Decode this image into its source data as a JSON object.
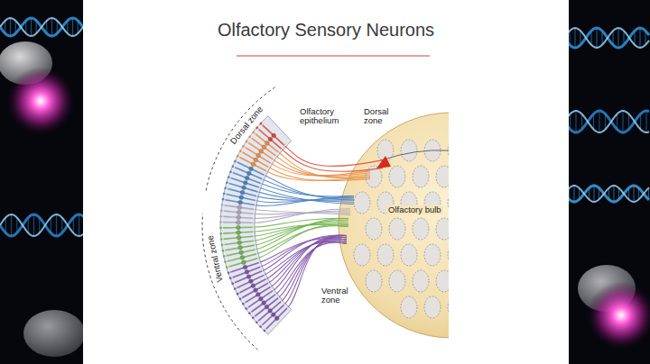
{
  "diagram": {
    "title": "Olfactory Sensory Neurons",
    "labels": [
      "Dorsal zone",
      "Olfactory epithelium",
      "Dorsal zone",
      "Olfactory bulb",
      "Ventral zone",
      "Ventral zone"
    ]
  }
}
